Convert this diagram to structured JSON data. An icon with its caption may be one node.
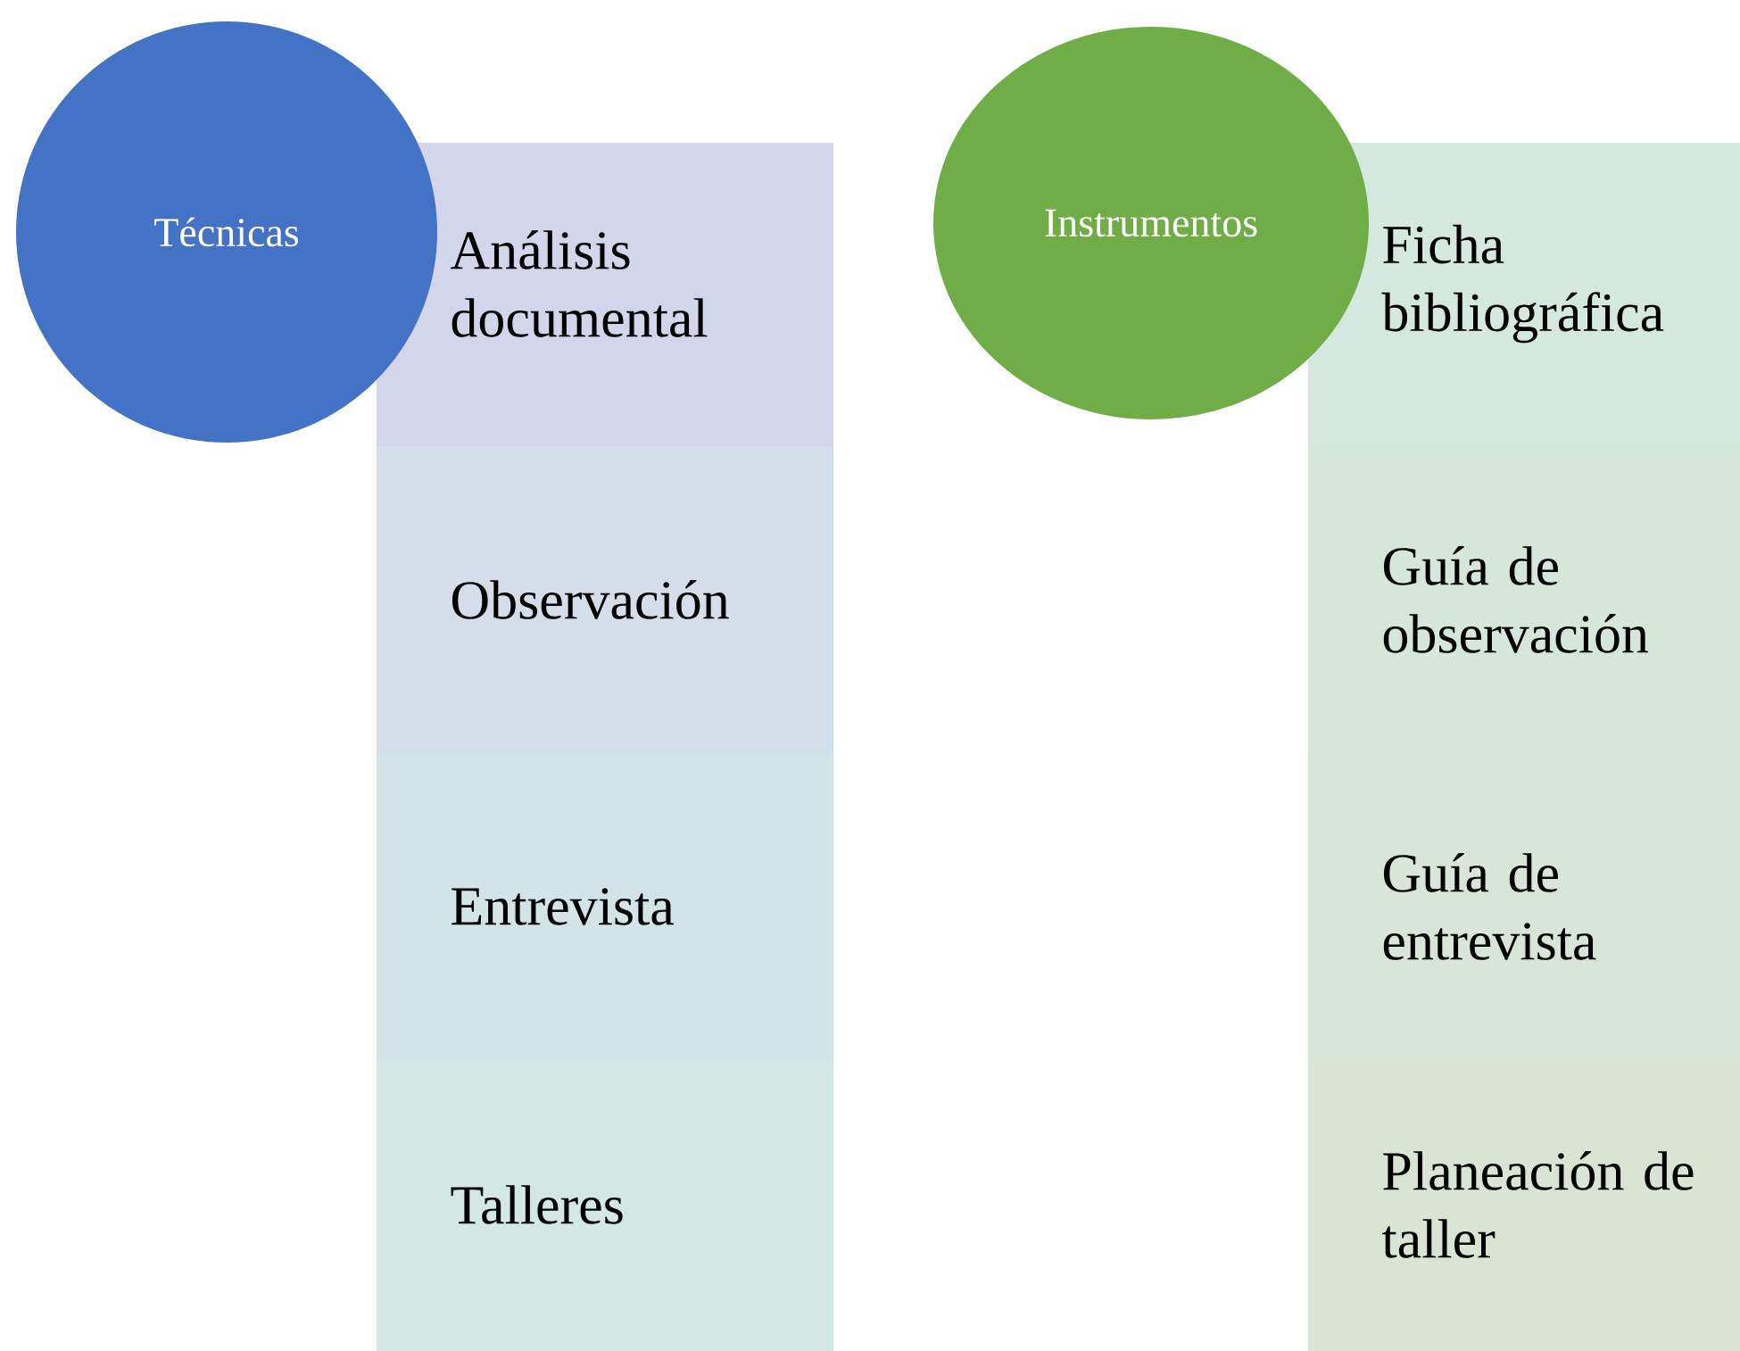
{
  "diagram": {
    "nodes": [
      {
        "text": [
          "Técnicas"
        ]
      },
      {
        "text": [
          "Análisis documental"
        ]
      },
      {
        "text": [
          "Observación"
        ]
      },
      {
        "text": [
          "Entrevista"
        ]
      },
      {
        "text": [
          "Talleres"
        ]
      },
      {
        "text": [
          "Instrumentos"
        ]
      },
      {
        "text": [
          "Ficha bibliográfica"
        ]
      },
      {
        "text": [
          "Guía de observación"
        ]
      },
      {
        "text": [
          "Guía de entrevista"
        ]
      },
      {
        "text": [
          "Planeación de taller"
        ]
      }
    ]
  }
}
